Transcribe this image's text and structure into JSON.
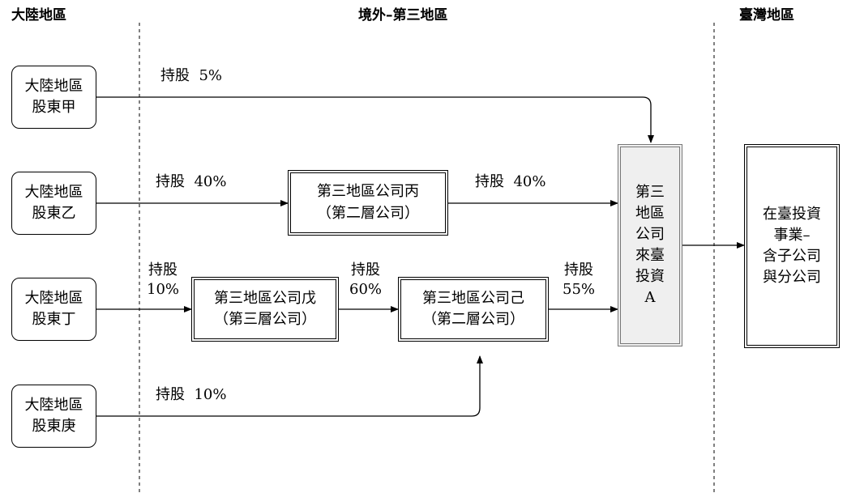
{
  "regions": {
    "mainland": "大陸地區",
    "overseas": "境外–第三地區",
    "taiwan": "臺灣地區"
  },
  "shareholders": [
    {
      "line1": "大陸地區",
      "line2": "股東甲"
    },
    {
      "line1": "大陸地區",
      "line2": "股東乙"
    },
    {
      "line1": "大陸地區",
      "line2": "股東丁"
    },
    {
      "line1": "大陸地區",
      "line2": "股東庚"
    }
  ],
  "companies": {
    "bing": {
      "name": "第三地區公司丙",
      "layer": "（第二層公司）"
    },
    "wu": {
      "name": "第三地區公司戊",
      "layer": "（第三層公司）"
    },
    "ji": {
      "name": "第三地區公司己",
      "layer": "（第二層公司）"
    }
  },
  "investor_a": {
    "lines": [
      "第三",
      "地區",
      "公司",
      "來臺",
      "投資",
      "A"
    ]
  },
  "taiwan_business": {
    "lines": [
      "在臺投資",
      "事業–",
      "含子公司",
      "與分公司"
    ]
  },
  "holdings": {
    "jia_to_a": {
      "label": "持股",
      "pct": "5%"
    },
    "yi_to_bing": {
      "label": "持股",
      "pct": "40%"
    },
    "bing_to_a": {
      "label": "持股",
      "pct": "40%"
    },
    "ding_to_wu": {
      "label": "持股",
      "pct": "10%"
    },
    "wu_to_ji": {
      "label": "持股",
      "pct": "60%"
    },
    "ji_to_a": {
      "label": "持股",
      "pct": "55%"
    },
    "geng_to_ji": {
      "label": "持股",
      "pct": "10%"
    }
  }
}
